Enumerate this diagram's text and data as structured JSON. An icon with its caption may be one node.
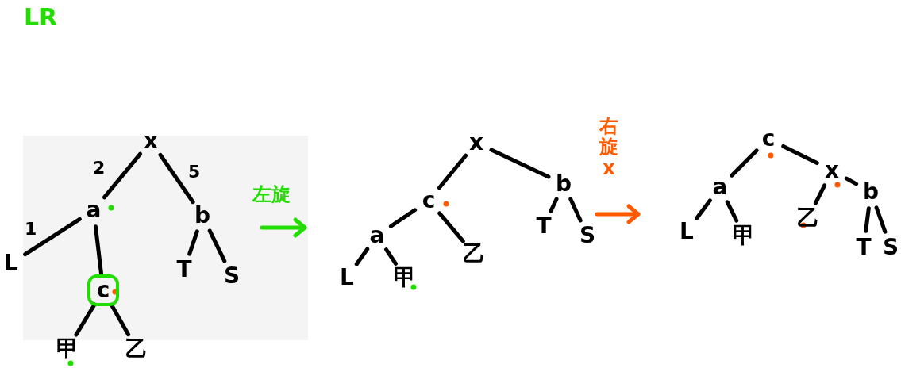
{
  "diagram": {
    "title": "LR",
    "nodes": [
      {
        "text": [
          "x"
        ]
      },
      {
        "text": [
          "a"
        ]
      },
      {
        "text": [
          "b"
        ]
      },
      {
        "text": [
          "L"
        ]
      },
      {
        "text": [
          "c"
        ]
      },
      {
        "text": [
          "甲"
        ]
      },
      {
        "text": [
          "乙"
        ]
      },
      {
        "text": [
          "T"
        ]
      },
      {
        "text": [
          "S"
        ]
      },
      {
        "text": [
          "x"
        ]
      },
      {
        "text": [
          "c"
        ]
      },
      {
        "text": [
          "b"
        ]
      },
      {
        "text": [
          "a"
        ]
      },
      {
        "text": [
          "乙"
        ]
      },
      {
        "text": [
          "T"
        ]
      },
      {
        "text": [
          "S"
        ]
      },
      {
        "text": [
          "L"
        ]
      },
      {
        "text": [
          "甲"
        ]
      },
      {
        "text": [
          "c"
        ]
      },
      {
        "text": [
          "a"
        ]
      },
      {
        "text": [
          "x"
        ]
      },
      {
        "text": [
          "L"
        ]
      },
      {
        "text": [
          "甲"
        ]
      },
      {
        "text": [
          "乙"
        ]
      },
      {
        "text": [
          "b"
        ]
      },
      {
        "text": [
          "T"
        ]
      },
      {
        "text": [
          "S"
        ]
      }
    ],
    "edges": [
      {
        "from": 0,
        "to": 1,
        "arrow": "none",
        "label": "2"
      },
      {
        "from": 0,
        "to": 2,
        "arrow": "none",
        "label": "5"
      },
      {
        "from": 1,
        "to": 3,
        "arrow": "none",
        "label": "1"
      },
      {
        "from": 1,
        "to": 4,
        "arrow": "none"
      },
      {
        "from": 4,
        "to": 5,
        "arrow": "none"
      },
      {
        "from": 4,
        "to": 6,
        "arrow": "none"
      },
      {
        "from": 2,
        "to": 7,
        "arrow": "none"
      },
      {
        "from": 2,
        "to": 8,
        "arrow": "none"
      },
      {
        "from": 9,
        "to": 10,
        "arrow": "none"
      },
      {
        "from": 9,
        "to": 11,
        "arrow": "none"
      },
      {
        "from": 10,
        "to": 12,
        "arrow": "none"
      },
      {
        "from": 10,
        "to": 13,
        "arrow": "none"
      },
      {
        "from": 11,
        "to": 14,
        "arrow": "none"
      },
      {
        "from": 11,
        "to": 15,
        "arrow": "none"
      },
      {
        "from": 12,
        "to": 16,
        "arrow": "none"
      },
      {
        "from": 12,
        "to": 17,
        "arrow": "none"
      },
      {
        "from": 18,
        "to": 19,
        "arrow": "none"
      },
      {
        "from": 18,
        "to": 20,
        "arrow": "none"
      },
      {
        "from": 19,
        "to": 21,
        "arrow": "none"
      },
      {
        "from": 19,
        "to": 22,
        "arrow": "none"
      },
      {
        "from": 20,
        "to": 23,
        "arrow": "none"
      },
      {
        "from": 20,
        "to": 24,
        "arrow": "none"
      },
      {
        "from": 24,
        "to": 25,
        "arrow": "none"
      },
      {
        "from": 24,
        "to": 26,
        "arrow": "none"
      }
    ],
    "labels": [
      "左旋",
      "右旋x"
    ]
  }
}
